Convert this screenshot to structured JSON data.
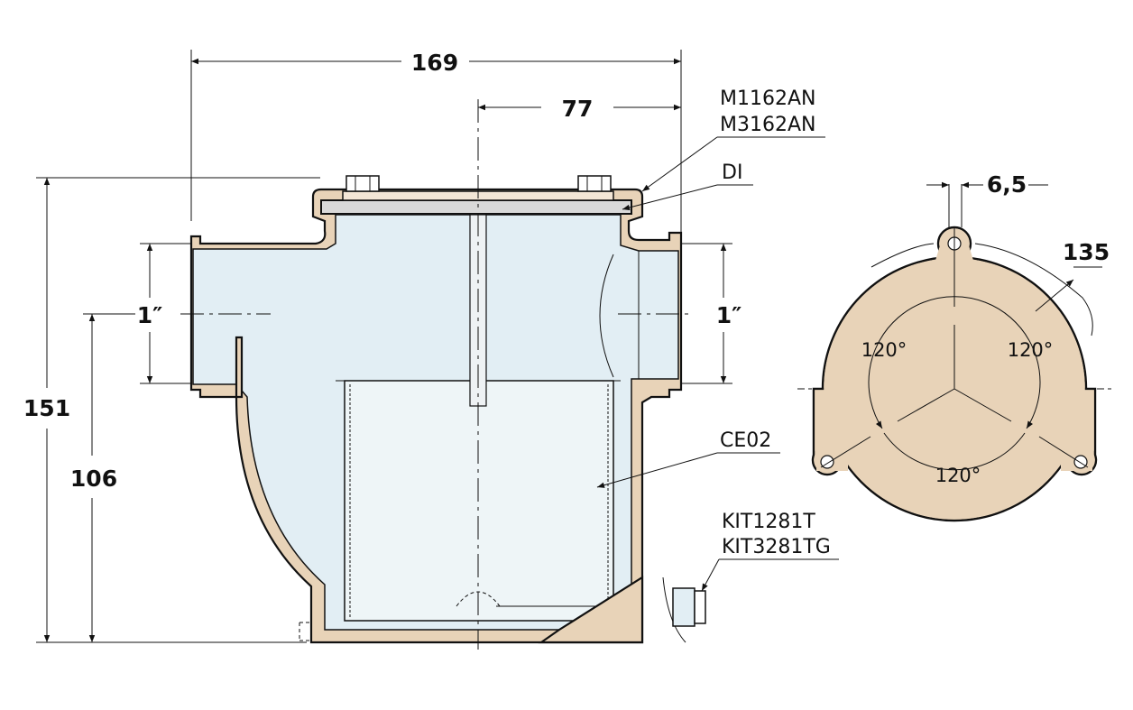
{
  "dimensions": {
    "overall_width": "169",
    "center_to_outlet": "77",
    "overall_height": "151",
    "port_height": "106",
    "inlet_size": "1″",
    "outlet_size": "1″",
    "bolt_hole": "6,5",
    "bolt_circle": "135",
    "angle_left": "120°",
    "angle_right": "120°",
    "angle_bottom": "120°"
  },
  "parts": {
    "cover_code_1": "M1162AN",
    "cover_code_2": "M3162AN",
    "gasket": "DI",
    "filter_cartridge": "CE02",
    "drain_kit_1": "KIT1281T",
    "drain_kit_2": "KIT3281TG"
  },
  "colors": {
    "bronze": "#e8d3b8",
    "water": "#e2eef4",
    "cartridge": "#eef5f7",
    "gasket": "#d9d9d9"
  }
}
